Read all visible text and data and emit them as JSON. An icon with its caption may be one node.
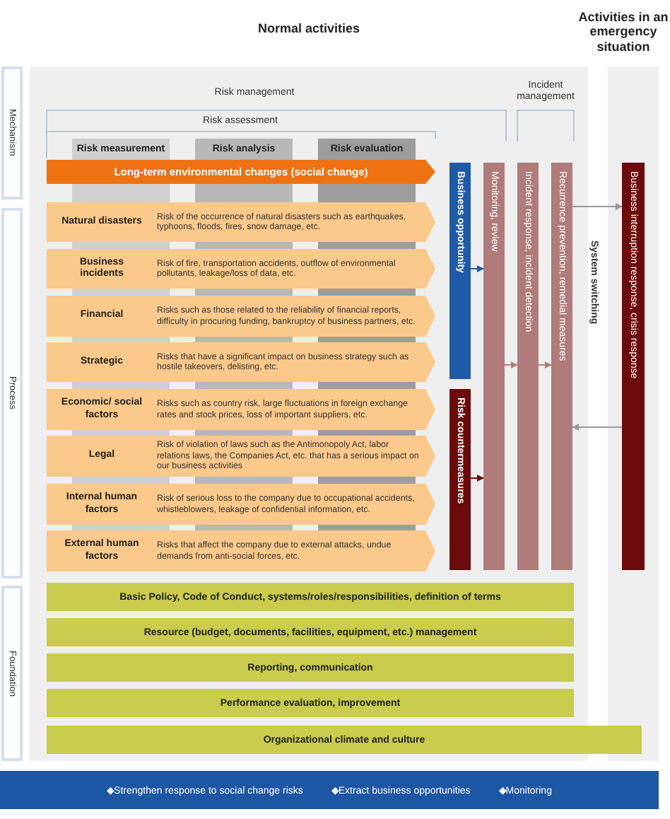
{
  "diagram": {
    "nodes": [
      {
        "text": [
          "Normal activities"
        ]
      },
      {
        "text": [
          "Activities in an emergency situation"
        ]
      },
      {
        "text": [
          "Mechanism"
        ]
      },
      {
        "text": [
          "Process"
        ]
      },
      {
        "text": [
          "Foundation"
        ]
      },
      {
        "text": [
          "Risk measurement"
        ],
        "in": 0
      },
      {
        "text": [
          "Risk analysis"
        ],
        "in": 0
      },
      {
        "text": [
          "Risk evaluation"
        ],
        "in": 0
      },
      {
        "text": [
          "Long-term environmental changes (social change)"
        ],
        "in": 0
      },
      {
        "text": [
          "Natural disasters",
          "Risk of the occurrence of natural disasters such as earthquakes, typhoons, floods, fires, snow damage, etc."
        ],
        "in": 0
      },
      {
        "text": [
          "Business incidents",
          "Risk of fire, transportation accidents, outflow of environmental pollutants, leakage/loss of data, etc."
        ],
        "in": 0
      },
      {
        "text": [
          "Financial",
          "Risks such as those related to the reliability of financial reports, difficulty in procuring funding, bankruptcy of business partners, etc."
        ],
        "in": 0
      },
      {
        "text": [
          "Strategic",
          "Risks that have a significant impact on business strategy such as hostile takeovers, delisting, etc."
        ],
        "in": 0
      },
      {
        "text": [
          "Economic/ social factors",
          "Risks such as country risk, large fluctuations in foreign exchange rates and stock prices, loss of important suppliers, etc."
        ],
        "in": 0
      },
      {
        "text": [
          "Legal",
          "Risk of violation of laws such as the Antimonopoly Act, labor relations laws, the Companies Act, etc. that has a serious impact on our business activities"
        ],
        "in": 0
      },
      {
        "text": [
          "Internal human factors",
          "Risk of serious loss to the company due to occupational accidents, whistleblowers, leakage of confidential information, etc."
        ],
        "in": 0
      },
      {
        "text": [
          "External human factors",
          "Risks that affect the company due to external attacks, undue demands from anti-social forces, etc."
        ],
        "in": 0
      },
      {
        "text": [
          "Business opportunity"
        ],
        "in": 0
      },
      {
        "text": [
          "Risk countermeasures"
        ],
        "in": 0
      },
      {
        "text": [
          "Monitoring, review"
        ],
        "in": 0
      },
      {
        "text": [
          "Incident response, incident detection"
        ],
        "in": 0
      },
      {
        "text": [
          "Recurrence prevention, remedial measures"
        ],
        "in": 0
      },
      {
        "text": [
          "Business interruption response, crisis response"
        ],
        "in": 1
      },
      {
        "text": [
          "Basic Policy, Code of Conduct, systems/roles/responsibilities, definition of terms"
        ],
        "in": 0
      },
      {
        "text": [
          "Resource (budget, documents, facilities, equipment, etc.) management"
        ],
        "in": 0
      },
      {
        "text": [
          "Reporting, communication"
        ],
        "in": 0
      },
      {
        "text": [
          "Performance evaluation, improvement"
        ],
        "in": 0
      },
      {
        "text": [
          "Organizational climate and culture"
        ]
      },
      {
        "text": [
          "◆Strengthen response to social change risks",
          "◆Extract business opportunities",
          "◆Monitoring"
        ]
      }
    ],
    "edges": [
      {
        "from": 17,
        "to": 19,
        "arrow": "to",
        "color": "#1f5aa6"
      },
      {
        "from": 18,
        "to": 19,
        "arrow": "to",
        "color": "#6b0a0a"
      },
      {
        "from": 19,
        "to": 20,
        "arrow": "to"
      },
      {
        "from": 20,
        "to": 21,
        "arrow": "to"
      },
      {
        "from": 21,
        "to": 22,
        "arrow": "to",
        "color": "#9a9a9a"
      },
      {
        "from": 22,
        "to": 21,
        "arrow": "to",
        "color": "#9a9a9a"
      }
    ],
    "labels": [
      "Risk management",
      "Incident management",
      "Risk assessment",
      "System switching"
    ]
  }
}
